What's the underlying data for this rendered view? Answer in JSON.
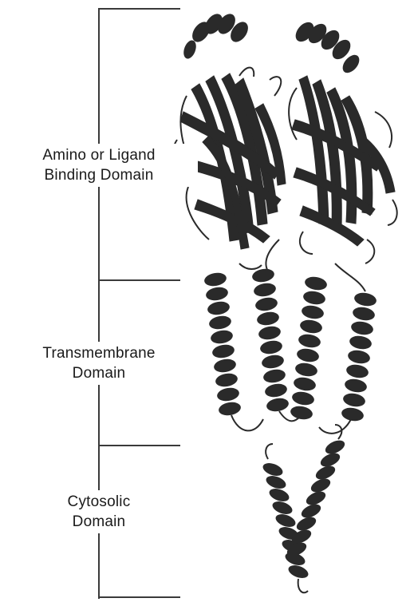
{
  "labels": {
    "ligand": {
      "line1": "Amino or Ligand",
      "line2": "Binding Domain"
    },
    "transmembrane": {
      "line1": "Transmembrane",
      "line2": "Domain"
    },
    "cytosolic": {
      "line1": "Cytosolic",
      "line2": "Domain"
    }
  },
  "colors": {
    "bracket": "#3a3a3a",
    "ribbon": "#2a2a2a",
    "ribbon_light": "#5a5a5a",
    "background": "#ffffff"
  }
}
